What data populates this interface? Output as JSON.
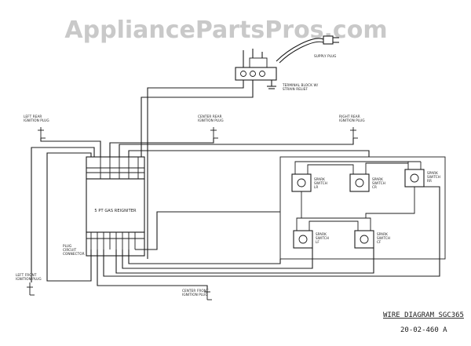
{
  "watermark": "AppliancePartsPros.com",
  "supply_plug_label": "SUPPLY PLUG",
  "terminal_block_label": "TERMINAL BLOCK W/ STRAIN RELIEF",
  "left_rear_ignition": "LEFT REAR IGNITION PLUG",
  "center_rear_ignition": "CENTER REAR IGNITION PLUG",
  "right_rear_ignition": "RIGHT REAR IGNITION PLUG",
  "left_front_ignition": "LEFT FRONT IGNITION PLUG",
  "center_front_ignition": "CENTER FRONT IGNITION PLUG",
  "reignitor_label": "5 PT GAS REIGNITER",
  "plug_connector_label": "PLUG CIRCUIT CONNECTOR",
  "spark_switch_labels": [
    "SPARK SWITCH LR",
    "SPARK SWITCH CR",
    "SPARK SWITCH RR",
    "SPARK SWITCH LF",
    "SPARK SWITCH CF"
  ],
  "diagram_title": "WIRE DIAGRAM SGC365",
  "diagram_number": "20-02-460 A"
}
